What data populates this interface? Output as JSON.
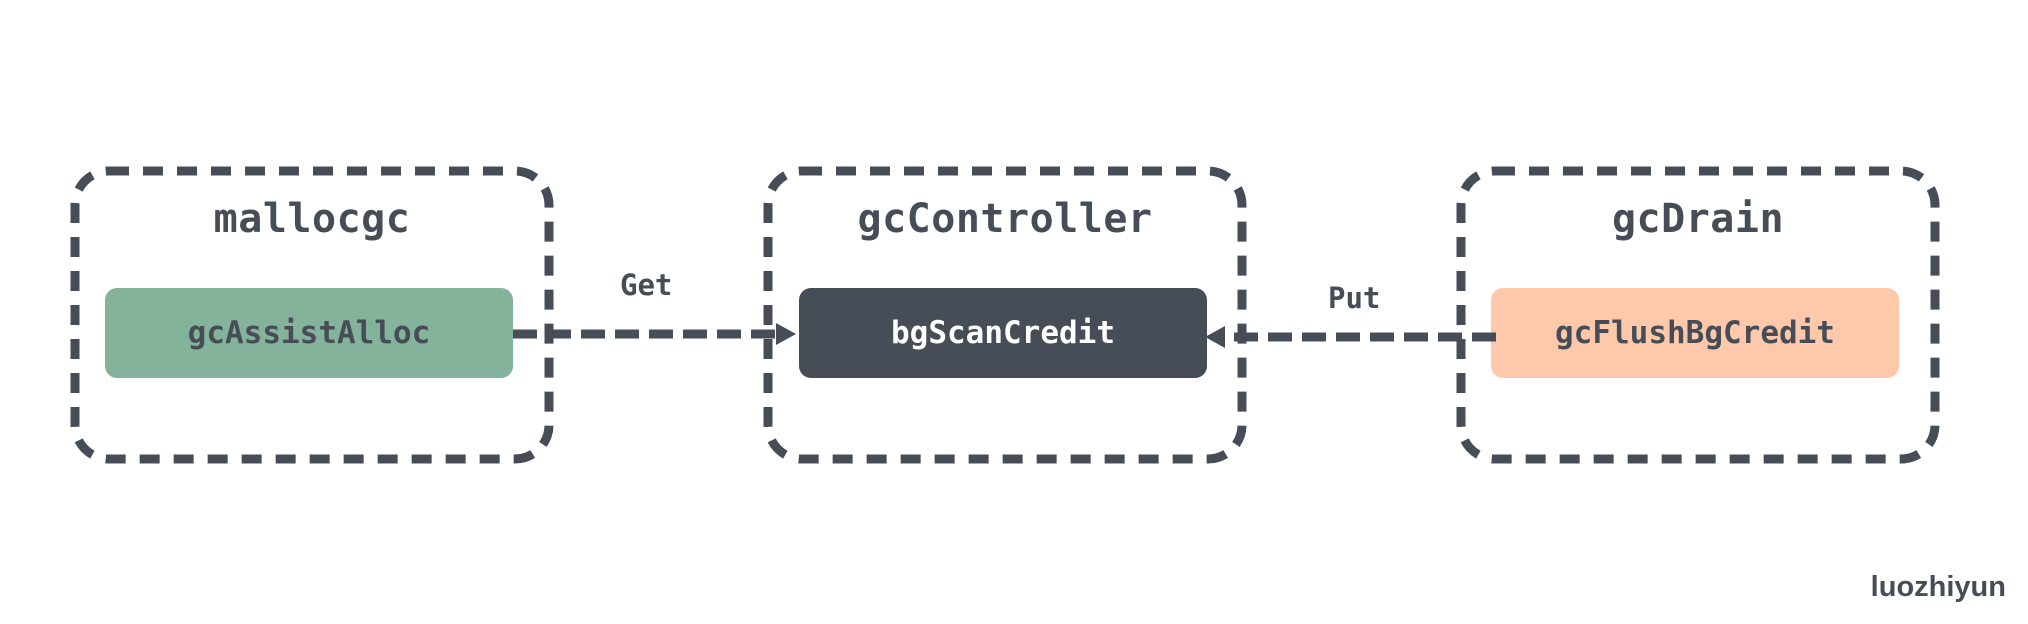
{
  "colors": {
    "frame": "#474d57",
    "edge": "#474d57",
    "text_dark": "#474d57",
    "node_green": "#84b39b",
    "node_dark": "#474d57",
    "node_peach": "#fec9ab",
    "text_on_dark": "#ffffff"
  },
  "groups": [
    {
      "title": "mallocgc",
      "node": {
        "label": "gcAssistAlloc"
      }
    },
    {
      "title": "gcController",
      "node": {
        "label": "bgScanCredit"
      }
    },
    {
      "title": "gcDrain",
      "node": {
        "label": "gcFlushBgCredit"
      }
    }
  ],
  "edges": [
    {
      "label": "Get",
      "from": "gcAssistAlloc",
      "to": "bgScanCredit"
    },
    {
      "label": "Put",
      "from": "gcFlushBgCredit",
      "to": "bgScanCredit"
    }
  ],
  "watermark": "luozhiyun"
}
